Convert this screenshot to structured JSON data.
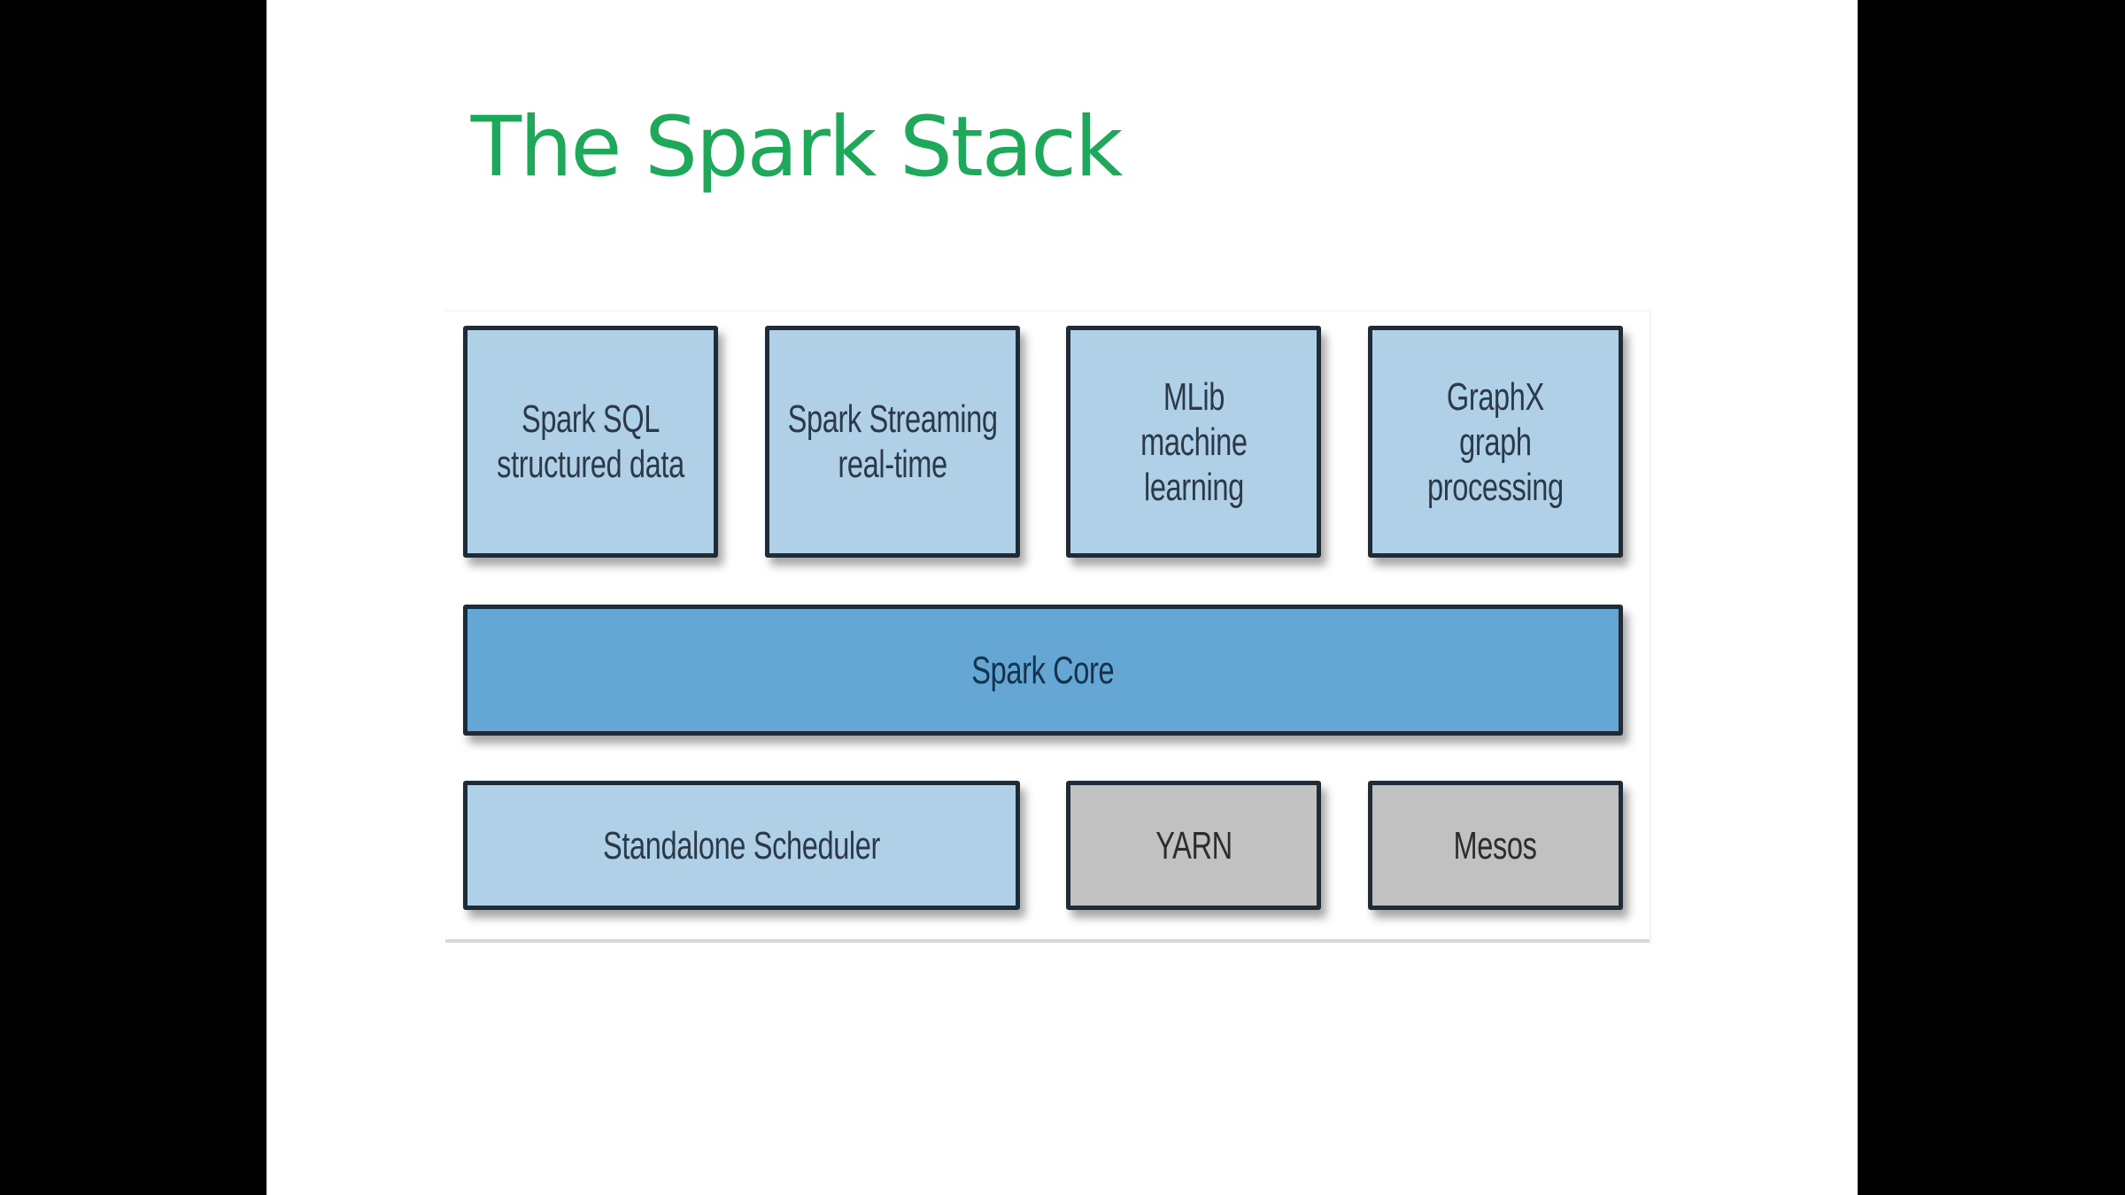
{
  "slide": {
    "title": "The Spark Stack",
    "title_color": "#1ea95a"
  },
  "diagram": {
    "libraries": [
      {
        "lines": [
          "Spark SQL",
          "structured data"
        ],
        "color": "#b0d0e8"
      },
      {
        "lines": [
          "Spark Streaming",
          "real-time"
        ],
        "color": "#b0d0e8"
      },
      {
        "lines": [
          "MLib",
          "machine",
          "learning"
        ],
        "color": "#b0d0e8"
      },
      {
        "lines": [
          "GraphX",
          "graph",
          "processing"
        ],
        "color": "#b0d0e8"
      }
    ],
    "core": {
      "label": "Spark Core",
      "color": "#64a6d4"
    },
    "cluster_managers": [
      {
        "label": "Standalone Scheduler",
        "color": "#b0d0e8"
      },
      {
        "label": "YARN",
        "color": "#c1c1c1"
      },
      {
        "label": "Mesos",
        "color": "#c1c1c1"
      }
    ]
  }
}
